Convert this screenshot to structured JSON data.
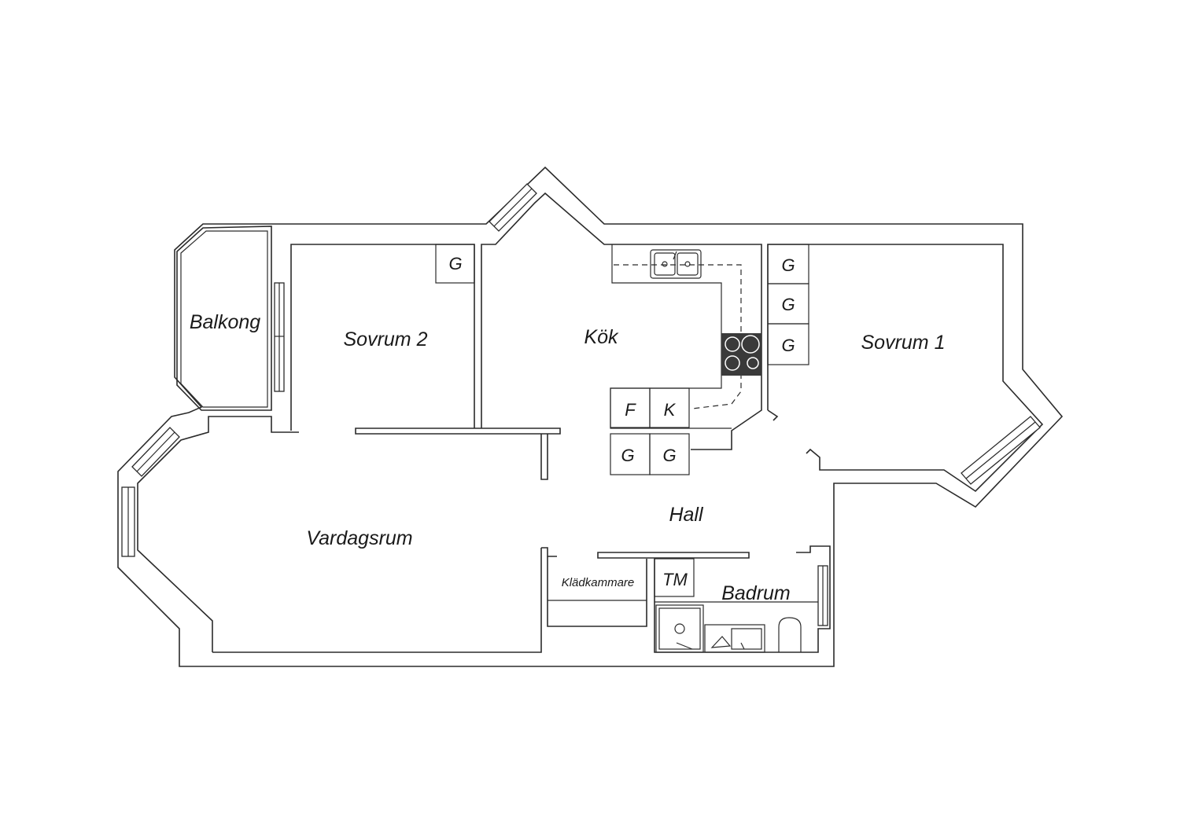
{
  "rooms": {
    "balkong": "Balkong",
    "sovrum2": "Sovrum 2",
    "kok": "Kök",
    "sovrum1": "Sovrum 1",
    "hall": "Hall",
    "vardagsrum": "Vardagsrum",
    "kladkammare": "Klädkammare",
    "badrum": "Badrum"
  },
  "fixtures": {
    "wardrobe": "G",
    "fridge": "F",
    "freezer": "K",
    "washer": "TM"
  },
  "colors": {
    "line": "#2b2b2b",
    "stove": "#3a3a3a",
    "background": "#ffffff"
  }
}
